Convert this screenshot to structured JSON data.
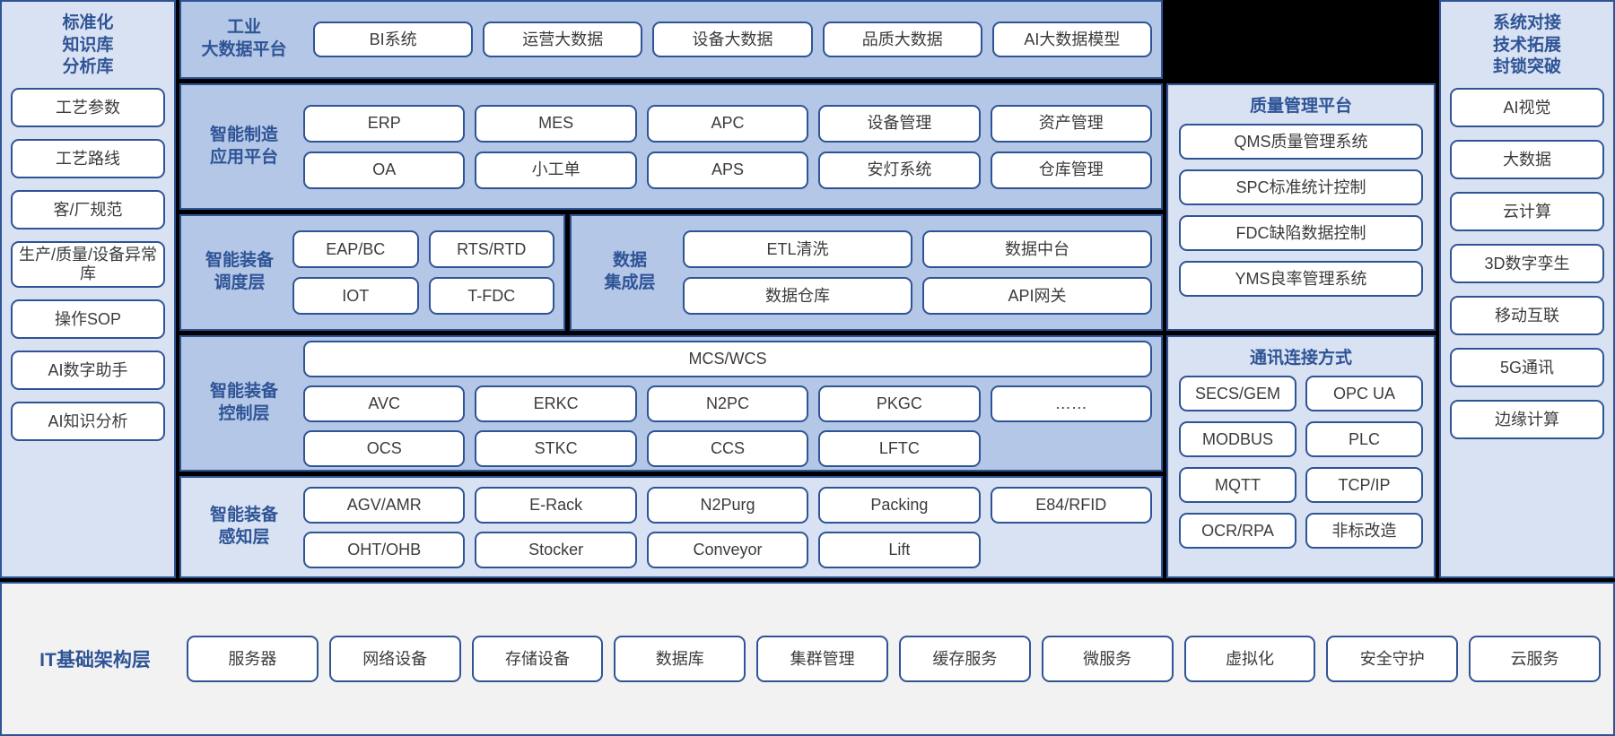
{
  "colors": {
    "accent": "#2f5496",
    "panel_fill": "#b4c7e7",
    "panel_fill_light": "#d9e2f3",
    "bottom_fill": "#f2f2f2",
    "chip_fill": "#ffffff",
    "frame": "#000000"
  },
  "left_column": {
    "title": "标准化\n知识库\n分析库",
    "title_lines": [
      "标准化",
      "知识库",
      "分析库"
    ],
    "items": [
      "工艺参数",
      "工艺路线",
      "客/厂规范",
      "生产/质量/设备异常库",
      "操作SOP",
      "AI数字助手",
      "AI知识分析"
    ]
  },
  "big_data": {
    "title_lines": [
      "工业",
      "大数据平台"
    ],
    "items": [
      "BI系统",
      "运营大数据",
      "设备大数据",
      "品质大数据",
      "AI大数据模型"
    ]
  },
  "app_platform": {
    "title_lines": [
      "智能制造",
      "应用平台"
    ],
    "items": [
      "ERP",
      "MES",
      "APC",
      "设备管理",
      "资产管理",
      "OA",
      "小工单",
      "APS",
      "安灯系统",
      "仓库管理"
    ]
  },
  "dispatch_layer": {
    "title_lines": [
      "智能装备",
      "调度层"
    ],
    "items": [
      "EAP/BC",
      "RTS/RTD",
      "IOT",
      "T-FDC"
    ]
  },
  "integration_layer": {
    "title_lines": [
      "数据",
      "集成层"
    ],
    "items": [
      "ETL清洗",
      "数据中台",
      "数据仓库",
      "API网关"
    ]
  },
  "control_layer": {
    "title_lines": [
      "智能装备",
      "控制层"
    ],
    "full_item": "MCS/WCS",
    "items": [
      "AVC",
      "ERKC",
      "N2PC",
      "PKGC",
      "……",
      "OCS",
      "STKC",
      "CCS",
      "LFTC",
      ""
    ]
  },
  "perception_layer": {
    "title_lines": [
      "智能装备",
      "感知层"
    ],
    "items": [
      "AGV/AMR",
      "E-Rack",
      "N2Purg",
      "Packing",
      "E84/RFID",
      "OHT/OHB",
      "Stocker",
      "Conveyor",
      "Lift",
      ""
    ]
  },
  "quality_platform": {
    "title": "质量管理平台",
    "items": [
      "QMS质量管理系统",
      "SPC标准统计控制",
      "FDC缺陷数据控制",
      "YMS良率管理系统"
    ]
  },
  "communication": {
    "title": "通讯连接方式",
    "items": [
      "SECS/GEM",
      "OPC UA",
      "MODBUS",
      "PLC",
      "MQTT",
      "TCP/IP",
      "OCR/RPA",
      "非标改造"
    ]
  },
  "right_column": {
    "title_lines": [
      "系统对接",
      "技术拓展",
      "封锁突破"
    ],
    "items": [
      "AI视觉",
      "大数据",
      "云计算",
      "3D数字孪生",
      "移动互联",
      "5G通讯",
      "边缘计算"
    ]
  },
  "it_layer": {
    "title": "IT基础架构层",
    "items": [
      "服务器",
      "网络设备",
      "存储设备",
      "数据库",
      "集群管理",
      "缓存服务",
      "微服务",
      "虚拟化",
      "安全守护",
      "云服务"
    ]
  }
}
